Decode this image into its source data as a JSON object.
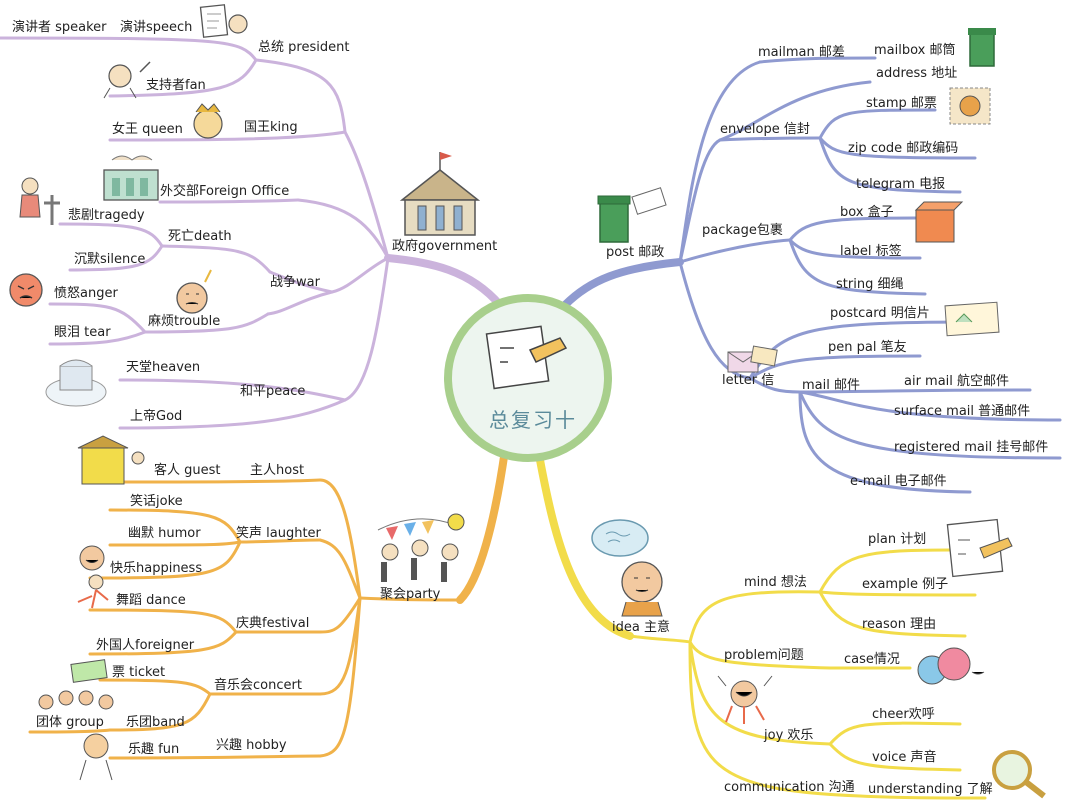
{
  "center": {
    "title": "总复习十"
  },
  "colors": {
    "government": "#cbb3dc",
    "post": "#8f9ad0",
    "party": "#f0b24a",
    "idea": "#f2dc4a",
    "center_fill": "#edf5ef",
    "center_ring": "#a8cf8c"
  },
  "labels": {
    "speaker": "演讲者 speaker",
    "speech": "演讲speech",
    "president": "总统 president",
    "fan": "支持者fan",
    "queen": "女王 queen",
    "king": "国王king",
    "foreign_office": "外交部Foreign Office",
    "tragedy": "悲剧tragedy",
    "death": "死亡death",
    "silence": "沉默silence",
    "war": "战争war",
    "government": "政府government",
    "anger": "愤怒anger",
    "trouble": "麻烦trouble",
    "tear": "眼泪 tear",
    "heaven": "天堂heaven",
    "peace": "和平peace",
    "god": "上帝God",
    "guest": "客人 guest",
    "host": "主人host",
    "joke": "笑话joke",
    "humor": "幽默 humor",
    "laughter": "笑声 laughter",
    "happiness": "快乐happiness",
    "dance": "舞蹈 dance",
    "festival": "庆典festival",
    "party": "聚会party",
    "foreigner": "外国人foreigner",
    "ticket": "票 ticket",
    "concert": "音乐会concert",
    "group": "团体 group",
    "band": "乐团band",
    "fun": "乐趣 fun",
    "hobby": "兴趣 hobby",
    "mailman": "mailman 邮差",
    "mailbox": "mailbox 邮筒",
    "address": "address 地址",
    "stamp": "stamp 邮票",
    "envelope": "envelope 信封",
    "zip_code": "zip code 邮政编码",
    "telegram": "telegram 电报",
    "post": "post 邮政",
    "box": "box 盒子",
    "package": "package包裹",
    "label": "label 标签",
    "string": "string 细绳",
    "postcard": "postcard 明信片",
    "pen_pal": "pen pal 笔友",
    "letter": "letter 信",
    "mail": "mail 邮件",
    "air_mail": "air mail 航空邮件",
    "surface_mail": "surface mail 普通邮件",
    "registered_mail": "registered mail 挂号邮件",
    "email": "e-mail 电子邮件",
    "plan": "plan 计划",
    "mind": "mind 想法",
    "example": "example 例子",
    "reason": "reason 理由",
    "idea": "idea 主意",
    "problem": "problem问题",
    "case": "case情况",
    "cheer": "cheer欢呼",
    "joy": "joy 欢乐",
    "voice": "voice 声音",
    "communication": "communication 沟通",
    "understanding": "understanding 了解"
  }
}
